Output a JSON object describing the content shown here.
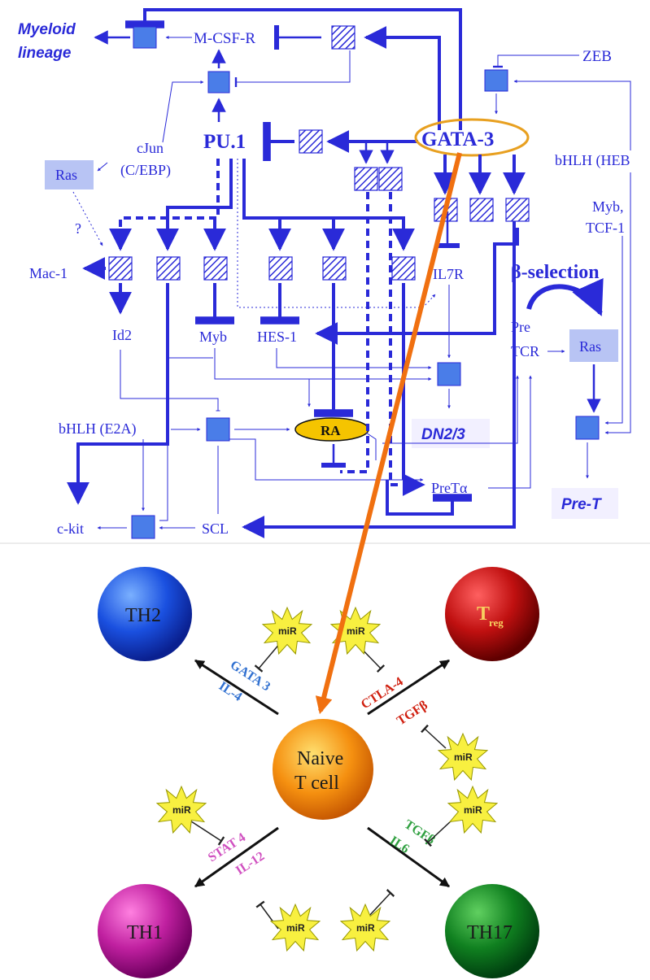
{
  "regulatory_network": {
    "gata3": "GATA-3",
    "pu1": "PU.1",
    "mcsfr": "M-CSF-R",
    "myeloid_line1": "Myeloid",
    "myeloid_line2": "lineage",
    "zeb": "ZEB",
    "cjun": "cJun",
    "cebp": "(C/EBP)",
    "ras_left": "Ras",
    "question": "?",
    "bhlh_heb": "bHLH (HEB",
    "myb_tcf_1": "Myb,",
    "myb_tcf_2": "TCF-1",
    "mac1": "Mac-1",
    "il7r": "IL7R",
    "beta_selection": "β-selection",
    "id2": "Id2",
    "myb": "Myb",
    "hes1": "HES-1",
    "pretcr_1": "Pre",
    "pretcr_2": "TCR",
    "ras_right": "Ras",
    "bhlh_e2a": "bHLH (E2A)",
    "ra": "RA",
    "dn23": "DN2/3",
    "pretalpha": "PreTα",
    "pret": "Pre-T",
    "ckit": "c-kit",
    "scl": "SCL"
  },
  "th_differentiation": {
    "th2": "TH2",
    "treg": "T",
    "treg_sub": "reg",
    "th1": "TH1",
    "th17": "TH17",
    "naive_line1": "Naive",
    "naive_line2": "T cell",
    "gata3": "GATA 3",
    "il4": "IL-4",
    "ctla4": "CTLA-4",
    "tgfb_treg": "TGFβ",
    "stat4": "STAT 4",
    "il12": "IL-12",
    "tgfb_th17": "TGFβ",
    "il6": "IL6",
    "mir": "miR"
  },
  "colors": {
    "network_blue": "#2a2ad8",
    "box_blue": "#4a7de8",
    "highlight_orange": "#f07010",
    "gata3_circle": "#e8a020",
    "ra_fill": "#f5c400",
    "th2": "#1040d0",
    "treg": "#c01010",
    "th1": "#c020a0",
    "th17": "#108020",
    "naive": "#f09010",
    "mir_star": "#f8f040",
    "label_gata3": "#3070d0",
    "label_red": "#d02010",
    "label_pink": "#d050c0",
    "label_green": "#30a040"
  }
}
